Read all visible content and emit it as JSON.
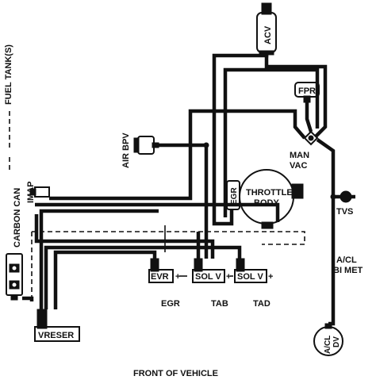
{
  "labels": {
    "fuel_tank": "FUEL TANK(S)",
    "acv": "ACV",
    "fpr": "FPR",
    "air_bpv": "AIR BPV",
    "man_vac_1": "MAN",
    "man_vac_2": "VAC",
    "imap": "IMAP",
    "egr_valve": "EGR",
    "throttle_1": "THROTTLE",
    "throttle_2": "BODY",
    "tvs": "TVS",
    "carbon_can": "CARBON CAN",
    "evr": "EVR",
    "sol_v_tab": "SOL V",
    "sol_v_tad": "SOL V",
    "egr": "EGR",
    "tab": "TAB",
    "tad": "TAD",
    "acl_bimet_1": "A/CL",
    "acl_bimet_2": "BI MET",
    "vreser": "VRESER",
    "acl_dv_1": "A/CL",
    "acl_dv_2": "DV",
    "front": "FRONT OF VEHICLE"
  },
  "colors": {
    "line": "#111111",
    "background": "#ffffff"
  }
}
